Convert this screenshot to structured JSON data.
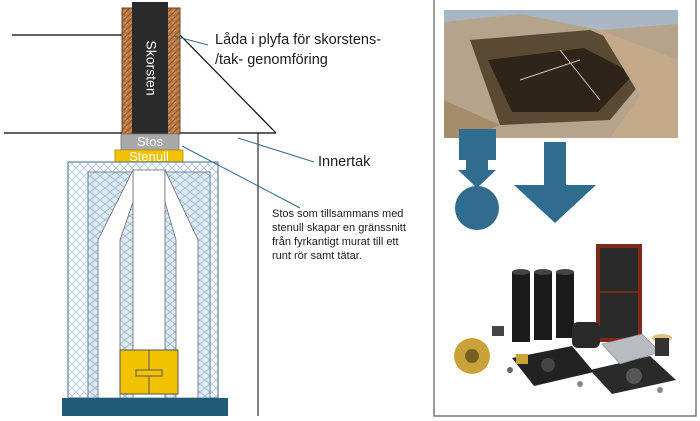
{
  "labels": {
    "chimney": "Skorsten",
    "box_line1": "Låda i plyfa för skorstens-",
    "box_line2": "/tak- genomföring",
    "stos": "Stos",
    "stenull": "Stenull",
    "ceiling": "Innertak",
    "note_line1": "Stos som tillsammans med",
    "note_line2": "stenull skapar en gränssnitt",
    "note_line3": "från fyrkantigt murat till ett",
    "note_line4": "runt rör samt tätar."
  },
  "colors": {
    "chimney": "#2b2b2b",
    "box": "#b87a47",
    "stos": "#a9a9a9",
    "stenull": "#f2c200",
    "insulation": "#dfeaf2",
    "base": "#1f5a78",
    "arrow": "#2f6c8e",
    "leader": "#2f6c8e",
    "frame": "#6e6e6e"
  },
  "icons": {
    "square_to_circle": "square-down-arrow-circle-icon",
    "down_arrow": "large-down-arrow-icon"
  }
}
